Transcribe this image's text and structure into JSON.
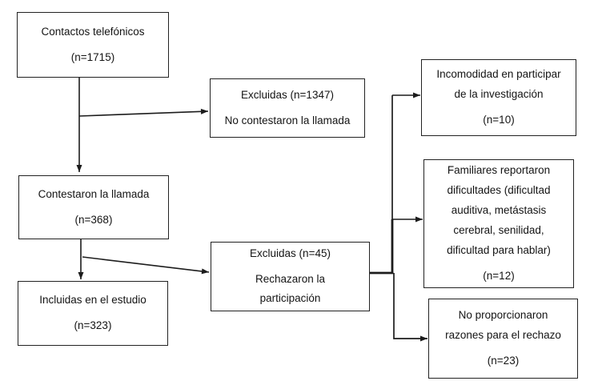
{
  "colors": {
    "background": "#ffffff",
    "line": "#1c1c1c",
    "box_border": "#222222",
    "text": "#141414"
  },
  "nodes": {
    "contactos": {
      "title": "Contactos telefónicos",
      "count": "(n=1715)"
    },
    "excluidas_llamada": {
      "title": "Excluidas (n=1347)",
      "body": "No contestaron la llamada"
    },
    "contestaron": {
      "title": "Contestaron la llamada",
      "count": "(n=368)"
    },
    "incluidas": {
      "title": "Incluidas en el estudio",
      "count": "(n=323)"
    },
    "excluidas_rechazo": {
      "title": "Excluidas (n=45)",
      "body": "Rechazaron la\nparticipación"
    },
    "razon_incomodidad": {
      "body": "Incomodidad en participar\nde la investigación",
      "count": "(n=10)"
    },
    "razon_familiares": {
      "body": "Familiares reportaron\ndificultades (dificultad\nauditiva, metástasis\ncerebral, senilidad,\ndificultad para hablar)",
      "count": "(n=12)"
    },
    "razon_sin_razones": {
      "body": "No proporcionaron\nrazones para el rechazo",
      "count": "(n=23)"
    }
  }
}
